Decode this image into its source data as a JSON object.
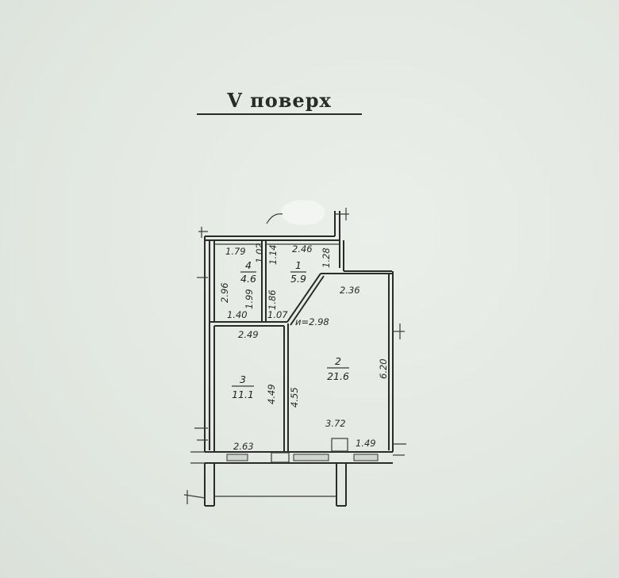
{
  "title": "V поверх",
  "rooms": [
    {
      "number": "1",
      "area": "5.9"
    },
    {
      "number": "2",
      "area": "21.6"
    },
    {
      "number": "3",
      "area": "11.1"
    },
    {
      "number": "4",
      "area": "4.6"
    }
  ],
  "dimensions": {
    "room4_top": "1.79",
    "room4_side_top": "1.02",
    "room4_left": "2.96",
    "room4_inner": "1.99",
    "room4_bottom": "1.40",
    "room1_top": "2.46",
    "room1_left_top": "1.14",
    "room1_right": "1.28",
    "room1_left": "1.86",
    "room1_bottom": "1.07",
    "room2_top": "2.36",
    "room2_diag": "и=2.98",
    "room2_right": "6.20",
    "room2_left": "4.55",
    "room2_bottom": "3.72",
    "room2_bottom_right": "1.49",
    "room3_top": "2.49",
    "room3_right": "4.49",
    "room3_bottom": "2.63"
  },
  "colors": {
    "paper": "#e4e9e3",
    "ink": "#2b2b2b"
  }
}
